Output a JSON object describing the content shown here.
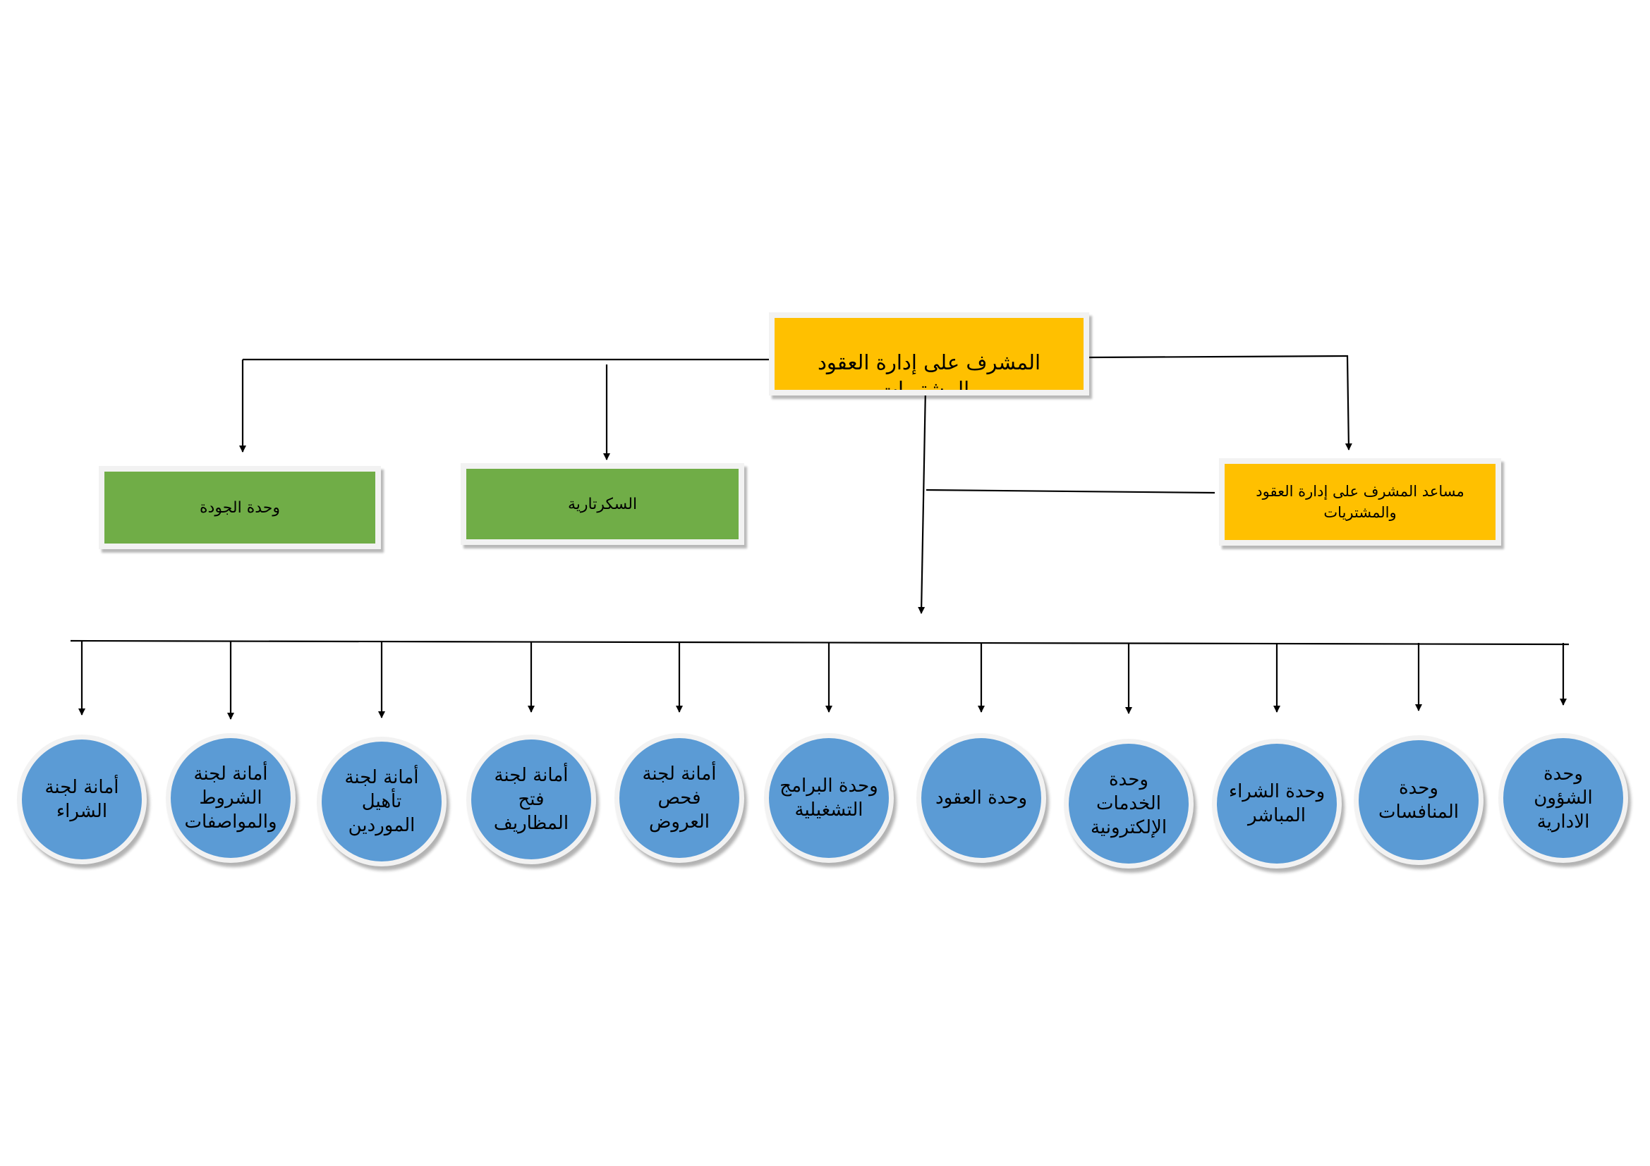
{
  "supervisor": {
    "label": "المشرف على إدارة العقود والمشتريات"
  },
  "assistant": {
    "label": "مساعد المشرف على إدارة العقود والمشتريات"
  },
  "secretary": {
    "label": "السكرتارية"
  },
  "quality": {
    "label": "وحدة الجودة"
  },
  "units": [
    {
      "label": "وحدة الشؤون الادارية"
    },
    {
      "label": "وحدة المنافسات"
    },
    {
      "label": "وحدة الشراء المباشر"
    },
    {
      "label": "وحدة الخدمات الإلكترونية"
    },
    {
      "label": "وحدة العقود"
    },
    {
      "label": "وحدة البرامج التشغيلية"
    },
    {
      "label": "أمانة لجنة فحص العروض"
    },
    {
      "label": "أمانة لجنة فتح المظاريف"
    },
    {
      "label": "أمانة لجنة تأهيل الموردين"
    },
    {
      "label": "أمانة لجنة الشروط والمواصفات"
    },
    {
      "label": "أمانة لجنة الشراء"
    }
  ],
  "colors": {
    "primary_box": "#ffc000",
    "staff_box": "#70ad47",
    "unit_circle": "#5b9bd5",
    "connector": "#000000"
  }
}
